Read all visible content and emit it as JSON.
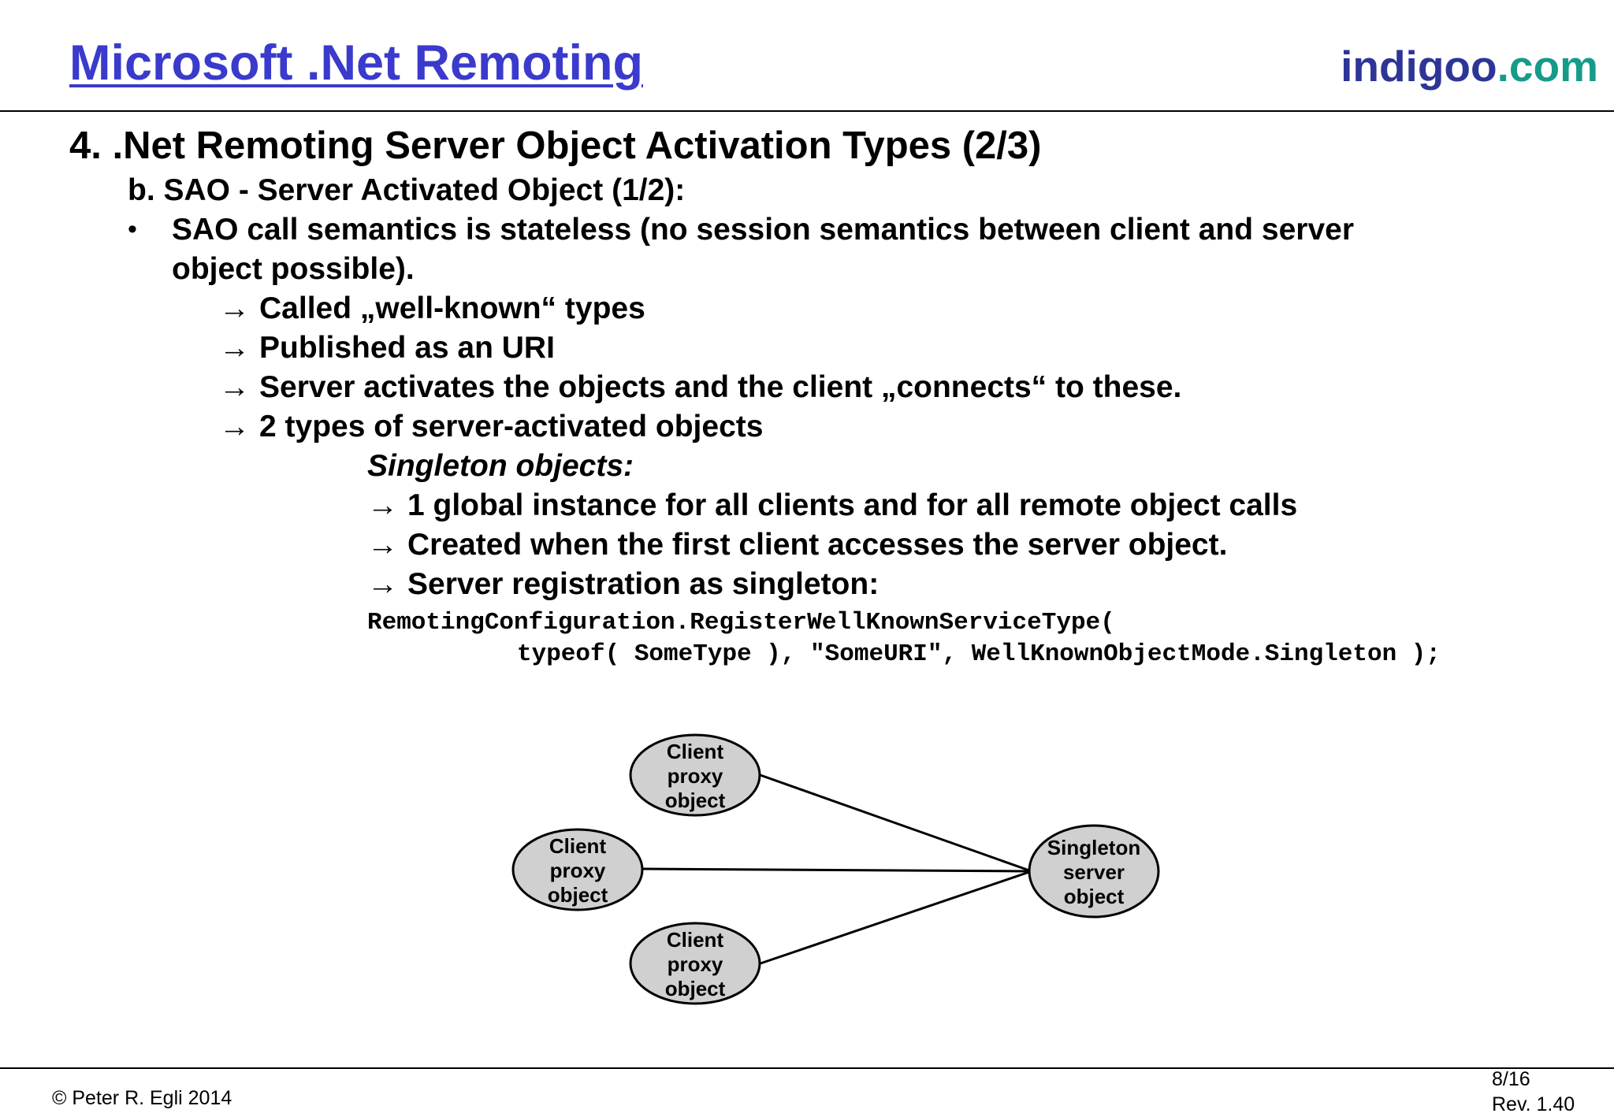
{
  "header": {
    "title": "Microsoft .Net Remoting",
    "brand_part1": "indigoo",
    "brand_part2": ".com"
  },
  "content": {
    "section_heading": "4. .Net Remoting Server Object Activation Types (2/3)",
    "subsection_heading": "b. SAO - Server Activated Object (1/2):",
    "bullet_symbol": "•",
    "bullet_line1": "SAO call semantics is stateless (no session semantics between client and server",
    "bullet_line2": "object possible).",
    "arrow_symbol": "→",
    "arrow_items": [
      "Called „well-known“ types",
      "Published as an URI",
      "Server activates the objects and the client „connects“ to these.",
      "2 types of server-activated objects"
    ],
    "singleton_heading": "Singleton objects:",
    "singleton_items": [
      "1 global instance for all clients and for all remote object calls",
      "Created when the first client accesses the server object.",
      "Server registration as singleton:"
    ],
    "code_lines": [
      "RemotingConfiguration.RegisterWellKnownServiceType(",
      "typeof( SomeType ), \"SomeURI\", WellKnownObjectMode.Singleton );"
    ]
  },
  "diagram": {
    "fill_color": "#d0d0d0",
    "clients": [
      {
        "lines": [
          "Client",
          "proxy",
          "object"
        ]
      },
      {
        "lines": [
          "Client",
          "proxy",
          "object"
        ]
      },
      {
        "lines": [
          "Client",
          "proxy",
          "object"
        ]
      }
    ],
    "server": {
      "lines": [
        "Singleton",
        "server",
        "object"
      ]
    }
  },
  "footer": {
    "copyright": "© Peter R. Egli 2014",
    "page": "8/16",
    "revision": "Rev. 1.40"
  }
}
